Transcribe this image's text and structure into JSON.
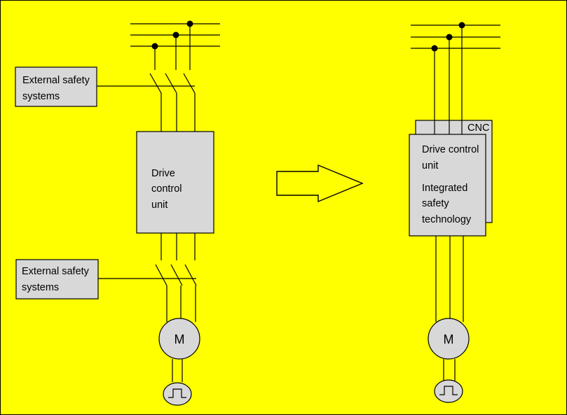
{
  "left": {
    "external_safety_top": {
      "line1": "External safety",
      "line2": "systems"
    },
    "drive_unit": {
      "line1": "Drive",
      "line2": "control",
      "line3": "unit"
    },
    "external_safety_bottom": {
      "line1": "External safety",
      "line2": "systems"
    },
    "motor": {
      "label": "M"
    }
  },
  "right": {
    "cnc": {
      "label": "CNC"
    },
    "drive_unit": {
      "line1": "Drive control",
      "line2": "unit",
      "line3": "Integrated",
      "line4": "safety",
      "line5": "technology"
    },
    "motor": {
      "label": "M"
    }
  },
  "colors": {
    "background": "#ffff00",
    "box_fill": "#d8d8d8",
    "arrow_fill": "#ffff00"
  },
  "icons": {
    "encoder": "square-pulse-icon",
    "arrow": "right-arrow-icon"
  }
}
